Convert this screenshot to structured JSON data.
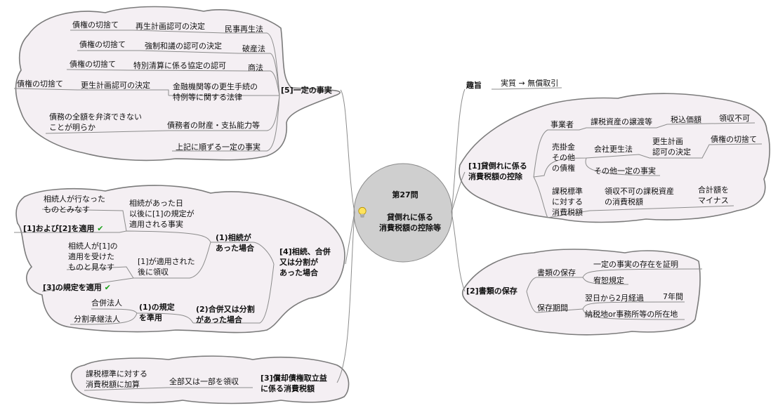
{
  "root": {
    "number": "第27問",
    "title": "貸倒れに係る\n消費税額の控除等"
  },
  "left": {
    "b5": {
      "label": "[5]一定の事実",
      "laws": [
        {
          "law": "民事再生法",
          "decision": "再生計画認可の決定",
          "effect": "債権の切捨て"
        },
        {
          "law": "破産法",
          "decision": "強制和議の認可の決定",
          "effect": "債権の切捨て"
        },
        {
          "law": "商法",
          "decision": "特別清算に係る協定の認可",
          "effect": "債権の切捨て"
        },
        {
          "law": "金融機関等の更生手続の\n特例等に関する法律",
          "decision": "更生計画認可の決定",
          "effect": "債権の切捨て"
        }
      ],
      "debtor": {
        "label": "債務者の財産・支払能力等",
        "detail": "債務の全額を弁済できない\nことが明らか"
      },
      "similar": "上記に順ずる一定の事実"
    },
    "b4": {
      "label": "[4]相続、合併\n又は分割が\nあった場合",
      "sub1": {
        "label": "(1)相続が\nあった場合",
        "a": {
          "condition": "相続があった日\n以後に[1]の規定が\n適用される事実",
          "note": "相続人が行なった\nものとみなす",
          "apply": "[1]および[2]を適用"
        },
        "b": {
          "condition": "[1]が適用された\n後に領収",
          "note": "相続人が[1]の\n適用を受けた\nものと見なす",
          "apply": "[3]の規定を適用"
        }
      },
      "sub2": {
        "label": "(2)合併又は分割\nがあった場合",
        "rule": "(1)の規定\nを準用",
        "items": [
          "合併法人",
          "分割承継法人"
        ]
      }
    },
    "b3": {
      "label": "[3]償却債権取立益\nに係る消費税額",
      "receipt": "全部又は一部を領収",
      "effect": "課税標準に対する\n消費税額に加算"
    }
  },
  "right": {
    "purpose": {
      "label": "趣旨",
      "text": "実質 → 無償取引"
    },
    "b1": {
      "label": "[1]貸倒れに係る\n消費税額の控除",
      "who": {
        "label": "事業者",
        "asset": "課税資産の譲渡等",
        "price": "税込価額",
        "status": "領収不可"
      },
      "claims": {
        "label": "売掛金\nその他\nの債権",
        "law": "会社更生法",
        "decision": "更生計画\n認可の決定",
        "effect": "債権の切捨て",
        "other": "その他一定の事実"
      },
      "tax": {
        "label": "課税標準\nに対する\n消費税額",
        "item": "領収不可の課税資産\nの消費税額",
        "calc": "合計額を\nマイナス"
      }
    },
    "b2": {
      "label": "[2]書類の保存",
      "docs": {
        "label": "書類の保存",
        "items": [
          "一定の事実の存在を証明",
          "宥恕規定"
        ]
      },
      "period": {
        "label": "保存期間",
        "start": "翌日から2月経過",
        "years": "7年間",
        "place": "納税地or事務所等の所在地"
      }
    }
  },
  "colors": {
    "cloud_fill": "#f4eff3",
    "cloud_stroke": "#7b7b7b",
    "root_fill": "#cfcfcf",
    "line": "#8c8c8c",
    "check": "#1aa31a"
  },
  "icons": {
    "bulb": "lightbulb-icon",
    "check": "checkmark-icon"
  }
}
